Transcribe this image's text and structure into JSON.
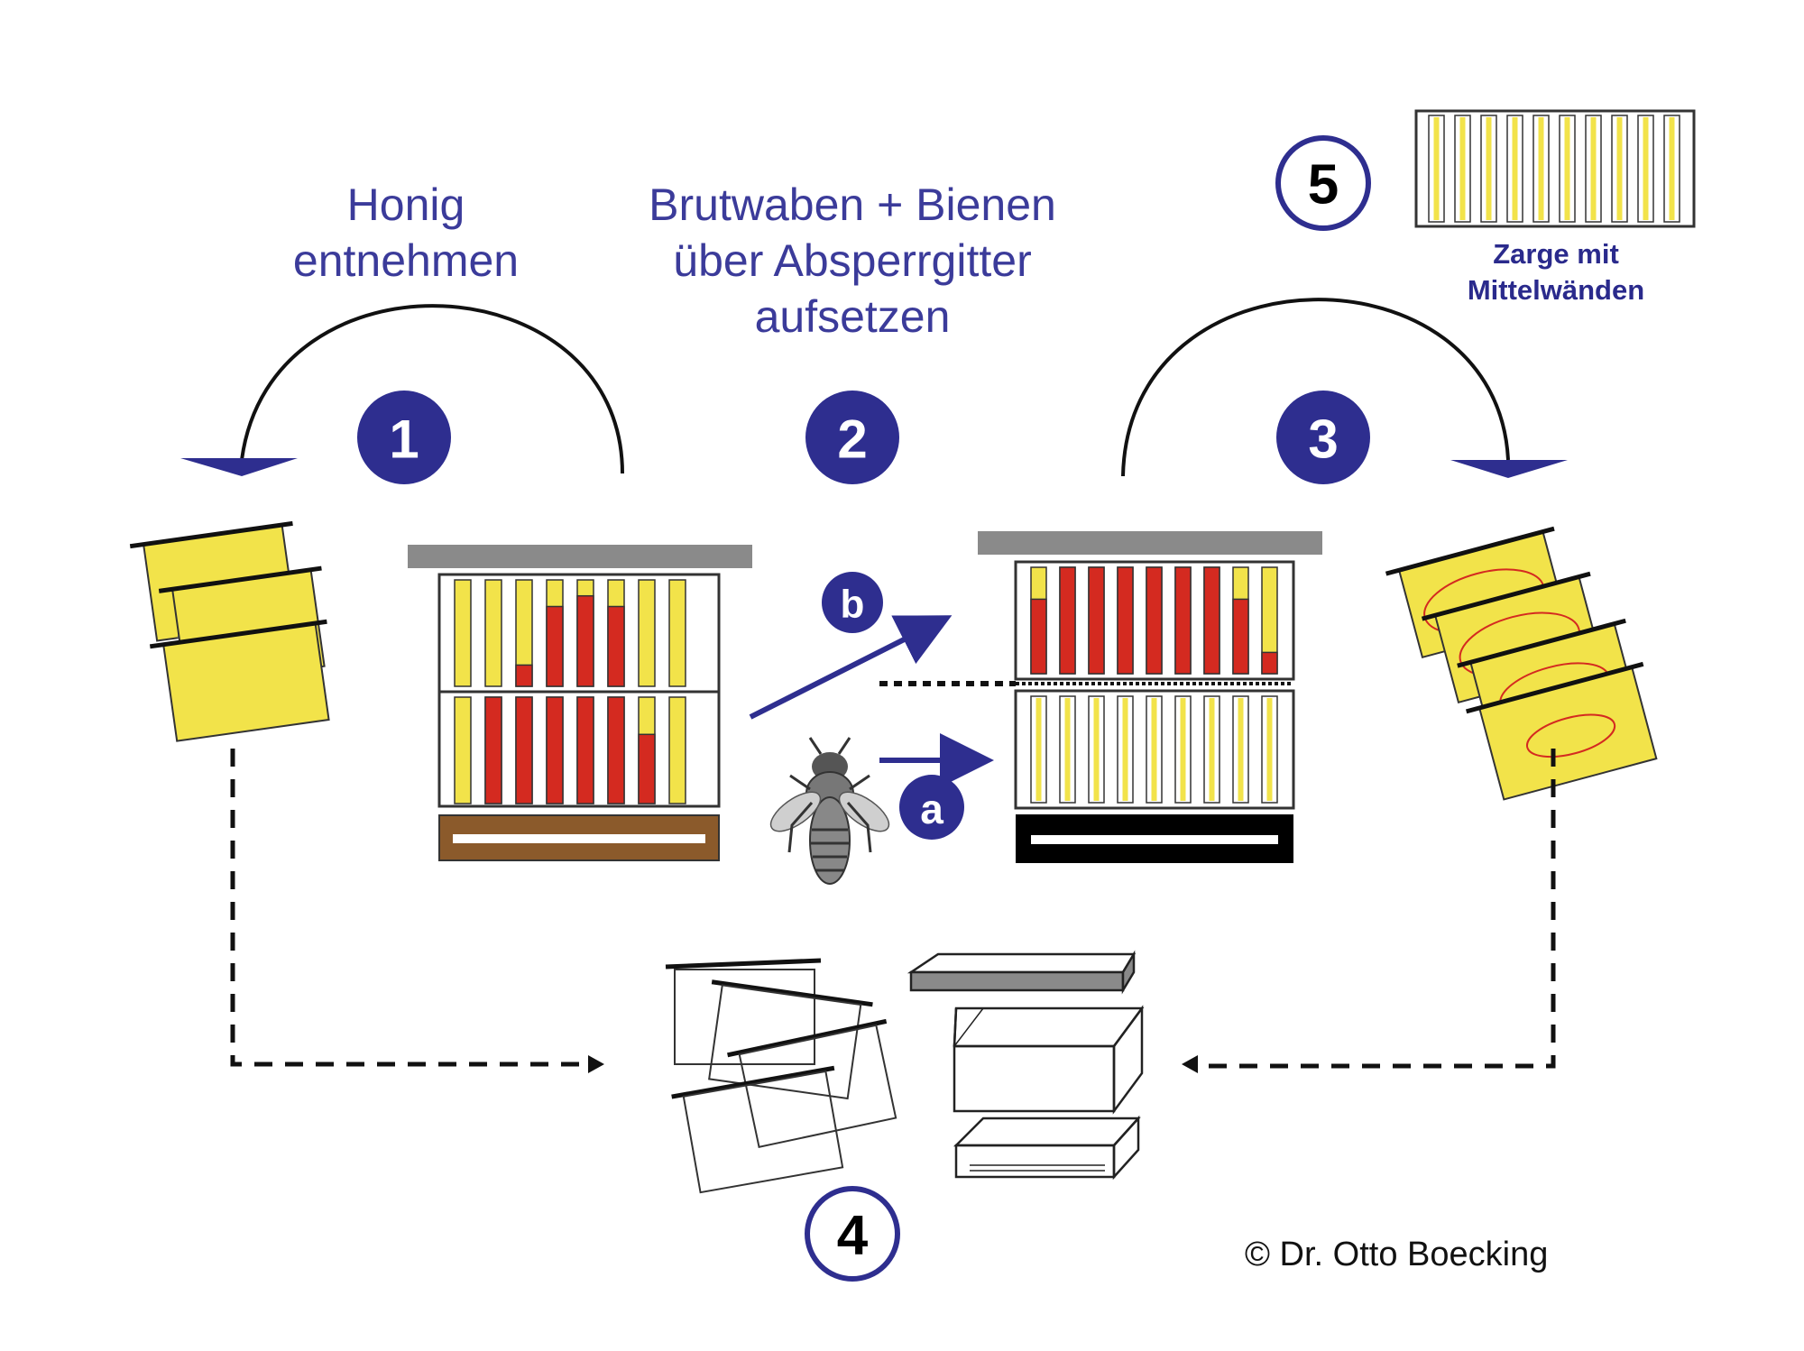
{
  "steps": {
    "s1": {
      "number": "1",
      "text_line1": "Honig",
      "text_line2": "entnehmen"
    },
    "s2": {
      "number": "2",
      "text_line1": "Brutwaben + Bienen",
      "text_line2": "über Absperrgitter",
      "text_line3": "aufsetzen"
    },
    "s3": {
      "number": "3"
    },
    "s4": {
      "number": "4"
    },
    "s5": {
      "number": "5",
      "caption_line1": "Zarge mit",
      "caption_line2": "Mittelwänden"
    }
  },
  "arrows": {
    "a": "a",
    "b": "b"
  },
  "credit": "© Dr. Otto Boecking",
  "colors": {
    "accent": "#2e2e8f",
    "honey": "#f2e34a",
    "brood": "#d42a20",
    "roof": "#8a8a8a",
    "bottom_board": "#8b5a2b",
    "black_board": "#000000"
  }
}
